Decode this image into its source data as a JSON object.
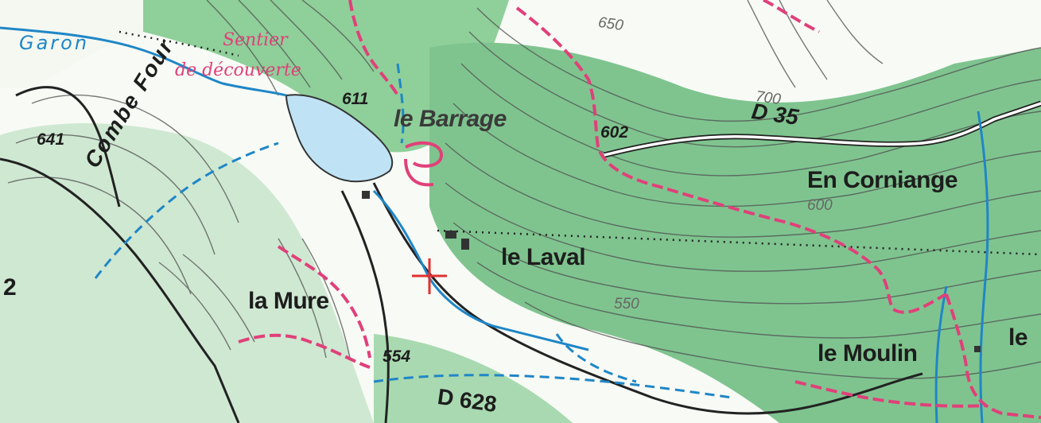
{
  "map": {
    "colors": {
      "forest": "#7fc48f",
      "forest_light": "#d6ecd8",
      "contour": "#555555",
      "water": "#1f86c7",
      "lake_fill": "#bfe3f5",
      "trail": "#e0407a",
      "road": "#2a2a2a"
    },
    "labels": {
      "garon": "Garon",
      "sentier_line1": "Sentier",
      "sentier_line2": "de découverte",
      "barrage": "le Barrage",
      "alt_611": "611",
      "alt_641": "641",
      "alt_650": "650",
      "alt_602": "602",
      "alt_700": "700",
      "d35": "D 35",
      "en_corniange": "En Corniange",
      "alt_600": "600",
      "combe_four": "Combe Four",
      "le_laval": "le Laval",
      "la_mure": "la Mure",
      "alt_554": "554",
      "d628": "D 628",
      "le_moulin": "le Moulin",
      "le_partial": "le",
      "edge_number": "2",
      "alt_550": "550"
    }
  }
}
